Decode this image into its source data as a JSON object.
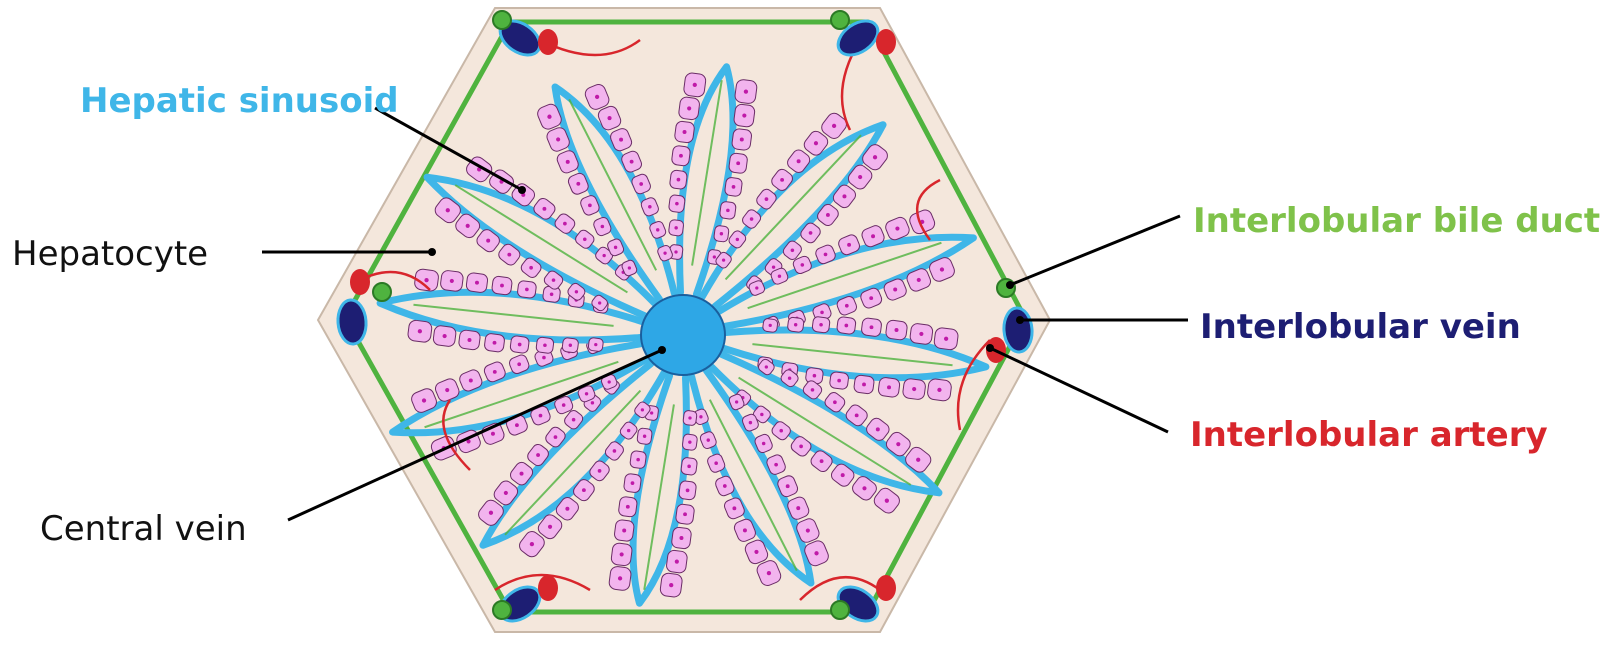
{
  "labels": {
    "hepatic_sinusoid": "Hepatic sinusoid",
    "hepatocyte": "Hepatocyte",
    "central_vein": "Central vein",
    "interlobular_bile_duct": "Interlobular bile duct",
    "interlobular_vein": "Interlobular vein",
    "interlobular_artery": "Interlobular artery"
  },
  "colors": {
    "lobule_fill": "#f4e7dc",
    "lobule_edge": "#c9b8a8",
    "sinusoid": "#3fb6e8",
    "central_vein": "#2ea7e6",
    "hepatocyte_fill": "#f2b4ee",
    "hepatocyte_nucleus": "#c01aa8",
    "bile_duct": "#4fb33f",
    "vein": "#1d1e73",
    "artery": "#d8262c",
    "label_sinusoid": "#3fb6e8",
    "label_bile_duct": "#7fc24a",
    "label_vein": "#1d1e73",
    "label_artery": "#d8262c",
    "label_plain": "#111111"
  }
}
